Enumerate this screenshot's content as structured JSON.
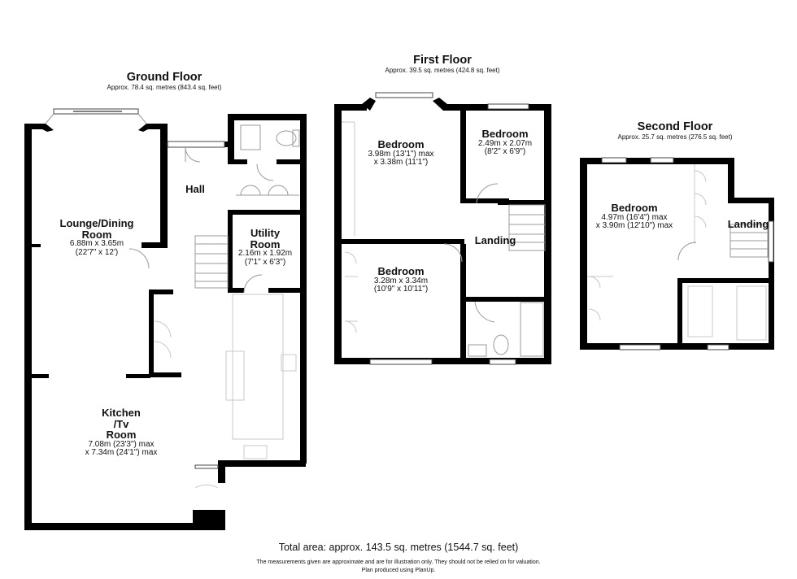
{
  "floors": [
    {
      "title": "Ground Floor",
      "approx": "Approx. 78.4 sq. metres (843.4 sq. feet)"
    },
    {
      "title": "First Floor",
      "approx": "Approx. 39.5 sq. metres (424.8 sq. feet)"
    },
    {
      "title": "Second Floor",
      "approx": "Approx. 25.7 sq. metres (276.5 sq. feet)"
    }
  ],
  "rooms": {
    "lounge": {
      "name_1": "Lounge/Dining",
      "name_2": "Room",
      "dim_1": "6.88m x 3.65m",
      "dim_2": "(22'7\" x 12')"
    },
    "hall": {
      "name": "Hall"
    },
    "utility": {
      "name_1": "Utility",
      "name_2": "Room",
      "dim_1": "2.16m x 1.92m",
      "dim_2": "(7'1\" x 6'3\")"
    },
    "kitchen": {
      "name_1": "Kitchen",
      "name_2": "/Tv",
      "name_3": "Room",
      "dim_1": "7.08m (23'3\") max",
      "dim_2": "x 7.34m (24'1\") max"
    },
    "bedroom_ff_1": {
      "name": "Bedroom",
      "dim_1": "3.98m (13'1\") max",
      "dim_2": "x 3.38m (11'1\")"
    },
    "bedroom_ff_2": {
      "name": "Bedroom",
      "dim_1": "2.49m x 2.07m",
      "dim_2": "(8'2\" x 6'9\")"
    },
    "landing_ff": {
      "name": "Landing"
    },
    "bedroom_ff_3": {
      "name": "Bedroom",
      "dim_1": "3.28m x 3.34m",
      "dim_2": "(10'9\" x 10'11\")"
    },
    "bedroom_sf": {
      "name": "Bedroom",
      "dim_1": "4.97m (16'4\") max",
      "dim_2": "x 3.90m (12'10\") max"
    },
    "landing_sf": {
      "name": "Landing"
    }
  },
  "footer": {
    "total": "Total area: approx. 143.5 sq. metres (1544.7 sq. feet)",
    "disclaimer": "The measurements given are approximate and are for illustration only.  They should not be relied on for valuation.",
    "credit": "Plan produced using PlanUp."
  }
}
